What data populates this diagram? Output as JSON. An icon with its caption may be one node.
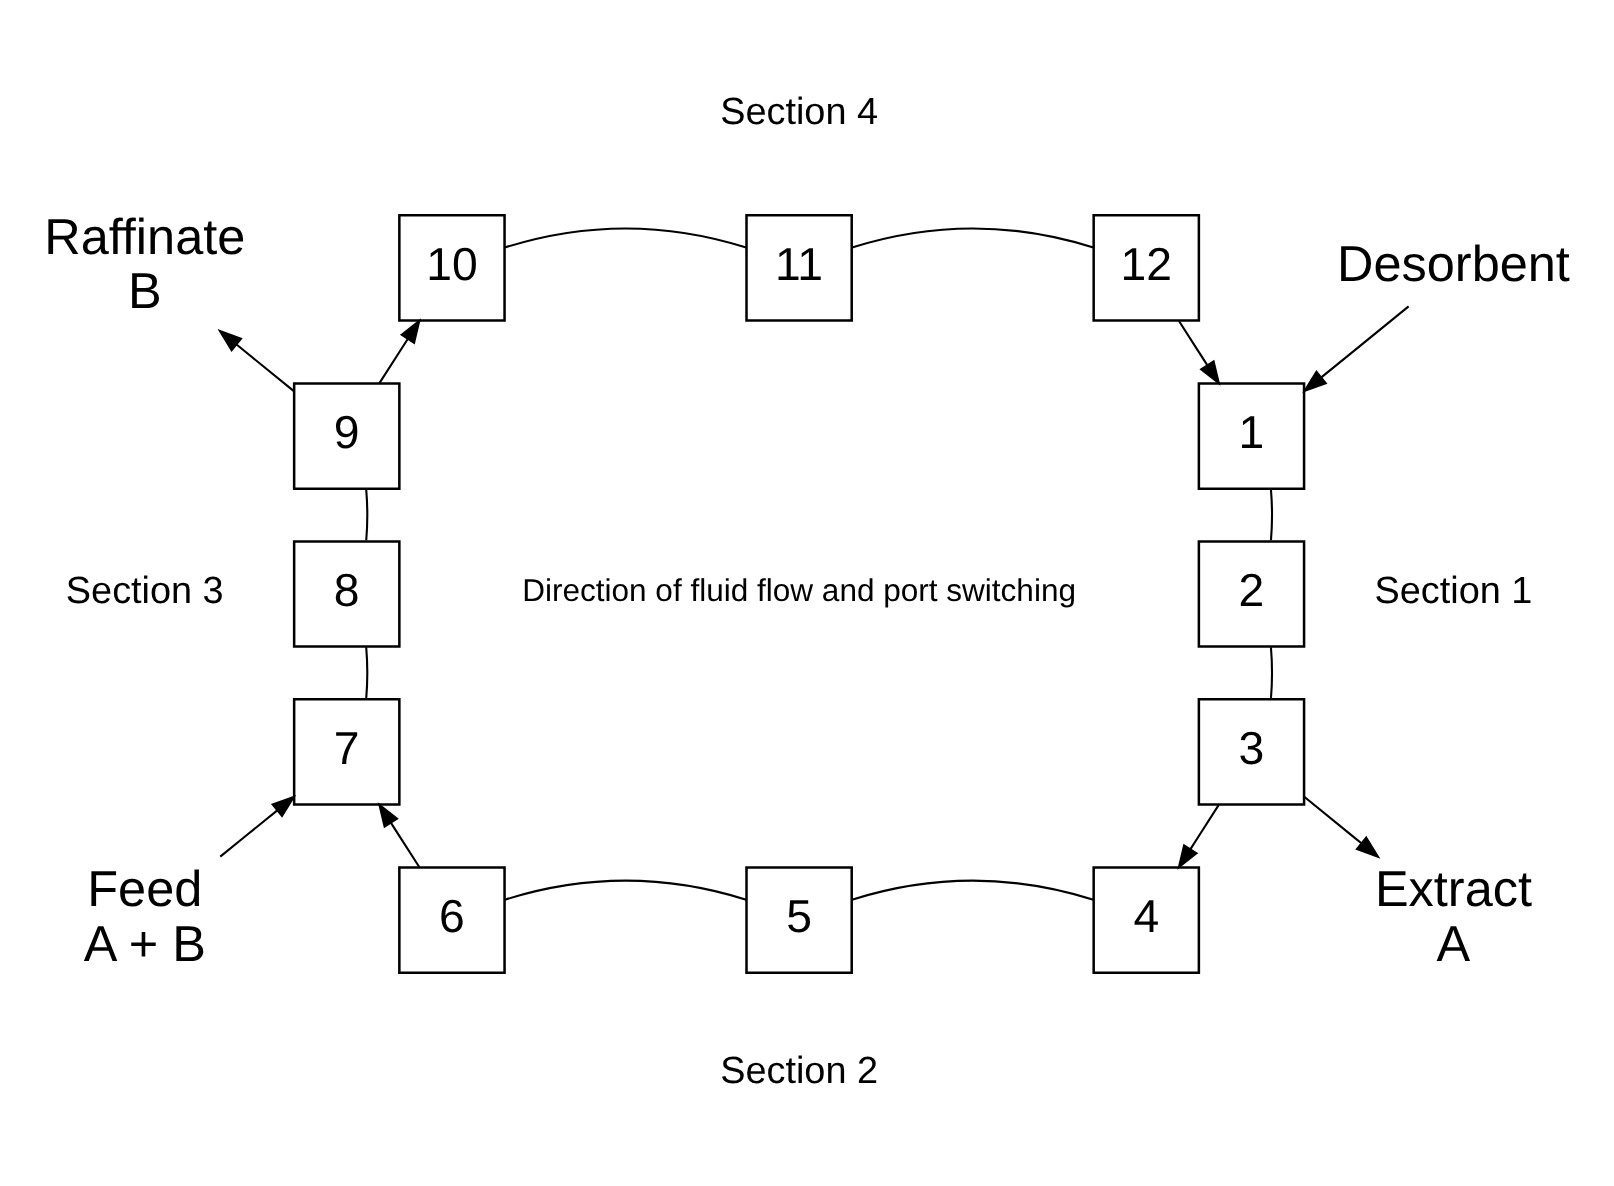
{
  "diagram": {
    "nodes": [
      {
        "text": [
          "1"
        ]
      },
      {
        "text": [
          "2"
        ]
      },
      {
        "text": [
          "3"
        ]
      },
      {
        "text": [
          "4"
        ]
      },
      {
        "text": [
          "5"
        ]
      },
      {
        "text": [
          "6"
        ]
      },
      {
        "text": [
          "7"
        ]
      },
      {
        "text": [
          "8"
        ]
      },
      {
        "text": [
          "9"
        ]
      },
      {
        "text": [
          "10"
        ]
      },
      {
        "text": [
          "11"
        ]
      },
      {
        "text": [
          "12"
        ]
      },
      {
        "text": [
          "Desorbent"
        ]
      },
      {
        "text": [
          "Extract",
          "A"
        ]
      },
      {
        "text": [
          "Feed",
          "A + B"
        ]
      },
      {
        "text": [
          "Raffinate",
          "B"
        ]
      }
    ],
    "edges": [
      {
        "from": 0,
        "to": 1,
        "arrow": "none"
      },
      {
        "from": 1,
        "to": 2,
        "arrow": "none"
      },
      {
        "from": 2,
        "to": 3,
        "arrow": "to"
      },
      {
        "from": 2,
        "to": 13,
        "arrow": "to"
      },
      {
        "from": 3,
        "to": 4,
        "arrow": "none"
      },
      {
        "from": 4,
        "to": 5,
        "arrow": "none"
      },
      {
        "from": 5,
        "to": 6,
        "arrow": "to"
      },
      {
        "from": 14,
        "to": 6,
        "arrow": "to"
      },
      {
        "from": 6,
        "to": 7,
        "arrow": "none"
      },
      {
        "from": 7,
        "to": 8,
        "arrow": "none"
      },
      {
        "from": 8,
        "to": 9,
        "arrow": "to"
      },
      {
        "from": 8,
        "to": 15,
        "arrow": "to"
      },
      {
        "from": 9,
        "to": 10,
        "arrow": "none"
      },
      {
        "from": 10,
        "to": 11,
        "arrow": "none"
      },
      {
        "from": 11,
        "to": 0,
        "arrow": "to"
      },
      {
        "from": 12,
        "to": 0,
        "arrow": "to"
      }
    ],
    "labels": [
      "Section 4",
      "Section 3",
      "Direction of fluid flow and port switching",
      "Section 1",
      "Section 2"
    ]
  }
}
